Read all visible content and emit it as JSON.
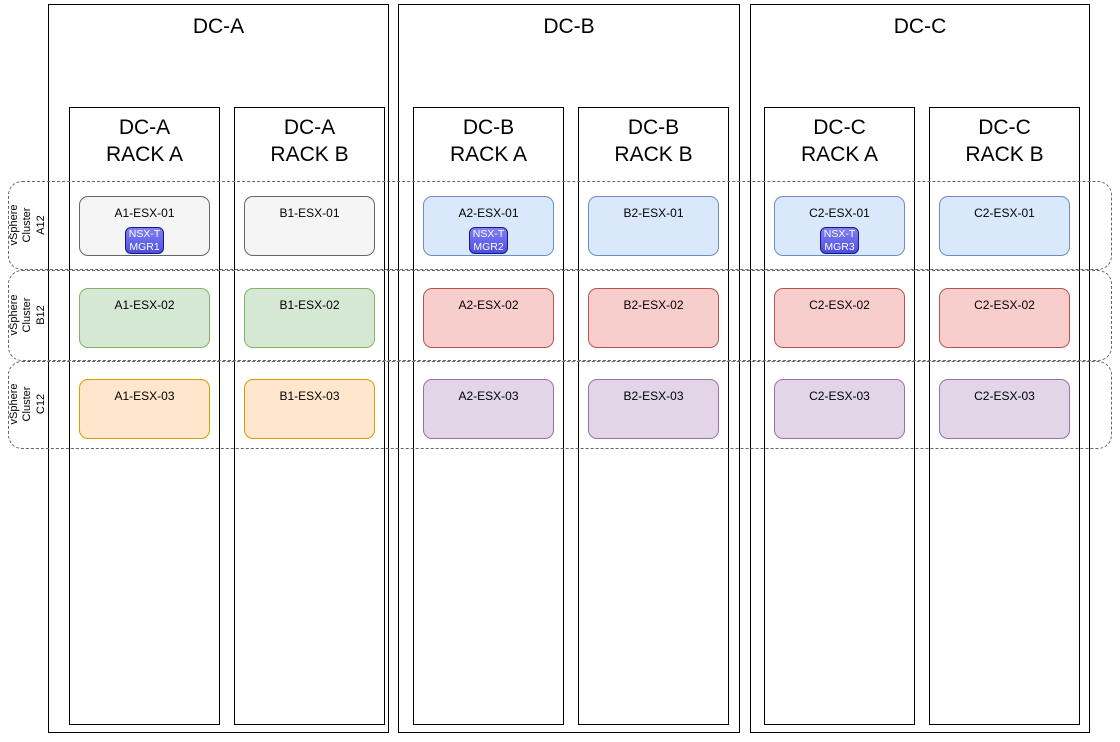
{
  "diagram": {
    "datacenters": [
      {
        "title": "DC-A",
        "racks": [
          {
            "title": "DC-A\nRACK A"
          },
          {
            "title": "DC-A\nRACK B"
          }
        ]
      },
      {
        "title": "DC-B",
        "racks": [
          {
            "title": "DC-B\nRACK A"
          },
          {
            "title": "DC-B\nRACK B"
          }
        ]
      },
      {
        "title": "DC-C",
        "racks": [
          {
            "title": "DC-C\nRACK A"
          },
          {
            "title": "DC-C\nRACK B"
          }
        ]
      }
    ],
    "clusters": [
      {
        "label": "vSphere\nCluster\nA12"
      },
      {
        "label": "vSphere\nCluster\nB12"
      },
      {
        "label": "vSphere\nCluster\nC12"
      }
    ],
    "hosts": {
      "row1": [
        "A1-ESX-01",
        "B1-ESX-01",
        "A2-ESX-01",
        "B2-ESX-01",
        "C2-ESX-01",
        "C2-ESX-01"
      ],
      "row2": [
        "A1-ESX-02",
        "B1-ESX-02",
        "A2-ESX-02",
        "B2-ESX-02",
        "C2-ESX-02",
        "C2-ESX-02"
      ],
      "row3": [
        "A1-ESX-03",
        "B1-ESX-03",
        "A2-ESX-03",
        "B2-ESX-03",
        "C2-ESX-03",
        "C2-ESX-03"
      ]
    },
    "badges": [
      "NSX-T\nMGR1",
      "NSX-T\nMGR2",
      "NSX-T\nMGR3"
    ],
    "colors": {
      "gray": {
        "fill": "#f5f5f5",
        "stroke": "#666666"
      },
      "blue": {
        "fill": "#dae8fc",
        "stroke": "#6c8ebf"
      },
      "green": {
        "fill": "#d5e8d4",
        "stroke": "#82b366"
      },
      "red": {
        "fill": "#f8cecc",
        "stroke": "#b85450"
      },
      "orange": {
        "fill": "#ffe6cc",
        "stroke": "#d79b00"
      },
      "purple": {
        "fill": "#e1d5e7",
        "stroke": "#9673a6"
      },
      "badge": {
        "fill_top": "#8181f4",
        "fill_bottom": "#4e4ee0",
        "stroke": "#16168c",
        "text": "#ffffff"
      },
      "band_stroke": "#666666",
      "box_stroke": "#000000"
    }
  }
}
